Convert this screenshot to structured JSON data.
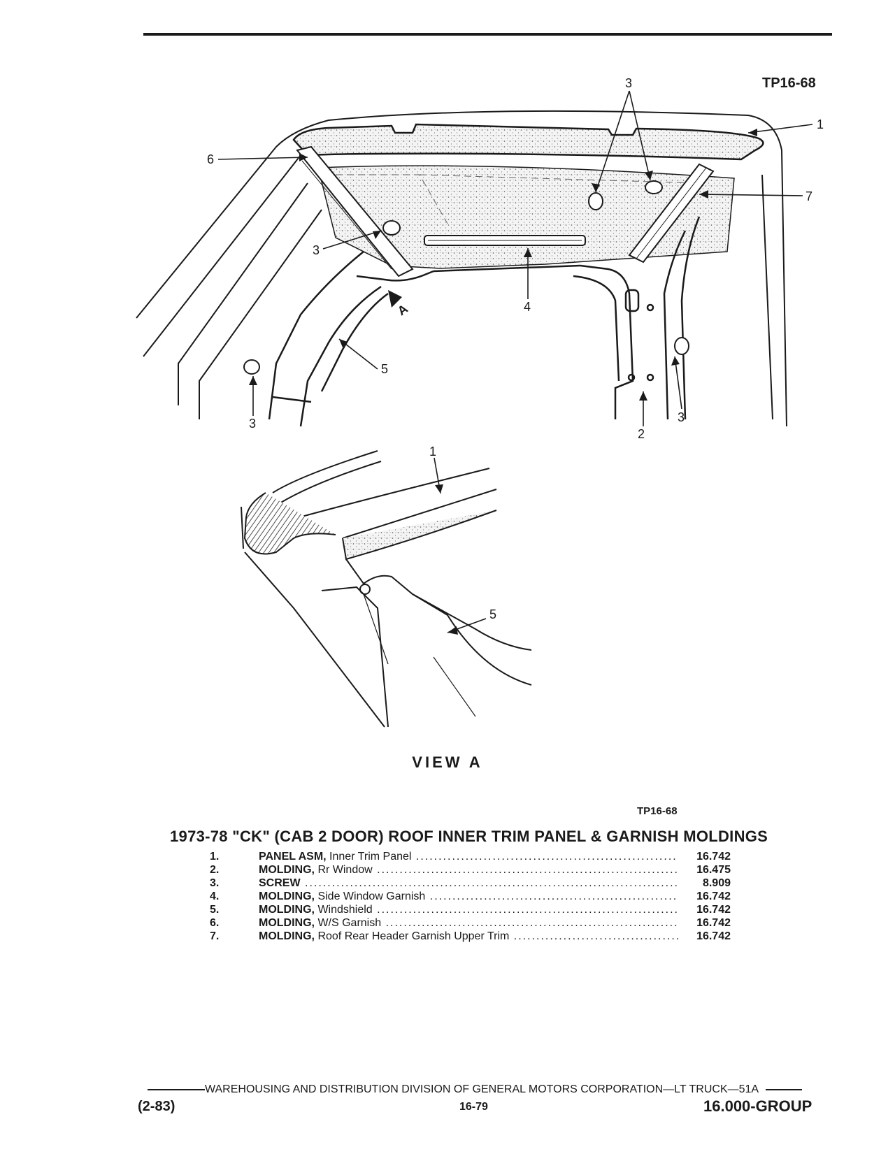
{
  "figure_id": "TP16-68",
  "figure_id_lower": "TP16-68",
  "view_label": "VIEW  A",
  "illustration": {
    "callouts_top": [
      "3",
      "1",
      "6",
      "7",
      "3",
      "4",
      "5",
      "3",
      "2",
      "3",
      "A"
    ],
    "callouts_view": [
      "1",
      "5"
    ]
  },
  "parts": {
    "title": "1973-78 \"CK\" (CAB 2 DOOR) ROOF INNER TRIM PANEL & GARNISH MOLDINGS",
    "items": [
      {
        "num": "1.",
        "name": "PANEL ASM,",
        "desc": " Inner Trim Panel",
        "group": "16.742"
      },
      {
        "num": "2.",
        "name": "MOLDING,",
        "desc": " Rr Window",
        "group": "16.475"
      },
      {
        "num": "3.",
        "name": "SCREW",
        "desc": "",
        "group": "8.909"
      },
      {
        "num": "4.",
        "name": "MOLDING,",
        "desc": " Side Window Garnish",
        "group": "16.742"
      },
      {
        "num": "5.",
        "name": "MOLDING,",
        "desc": " Windshield",
        "group": "16.742"
      },
      {
        "num": "6.",
        "name": "MOLDING,",
        "desc": " W/S Garnish",
        "group": "16.742"
      },
      {
        "num": "7.",
        "name": "MOLDING,",
        "desc": " Roof Rear Header Garnish Upper Trim",
        "group": "16.742"
      }
    ]
  },
  "footer": {
    "line": "WAREHOUSING AND DISTRIBUTION  DIVISION OF GENERAL MOTORS CORPORATION—LT TRUCK—51A",
    "date": "(2-83)",
    "page": "16-79",
    "group": "16.000-GROUP"
  }
}
